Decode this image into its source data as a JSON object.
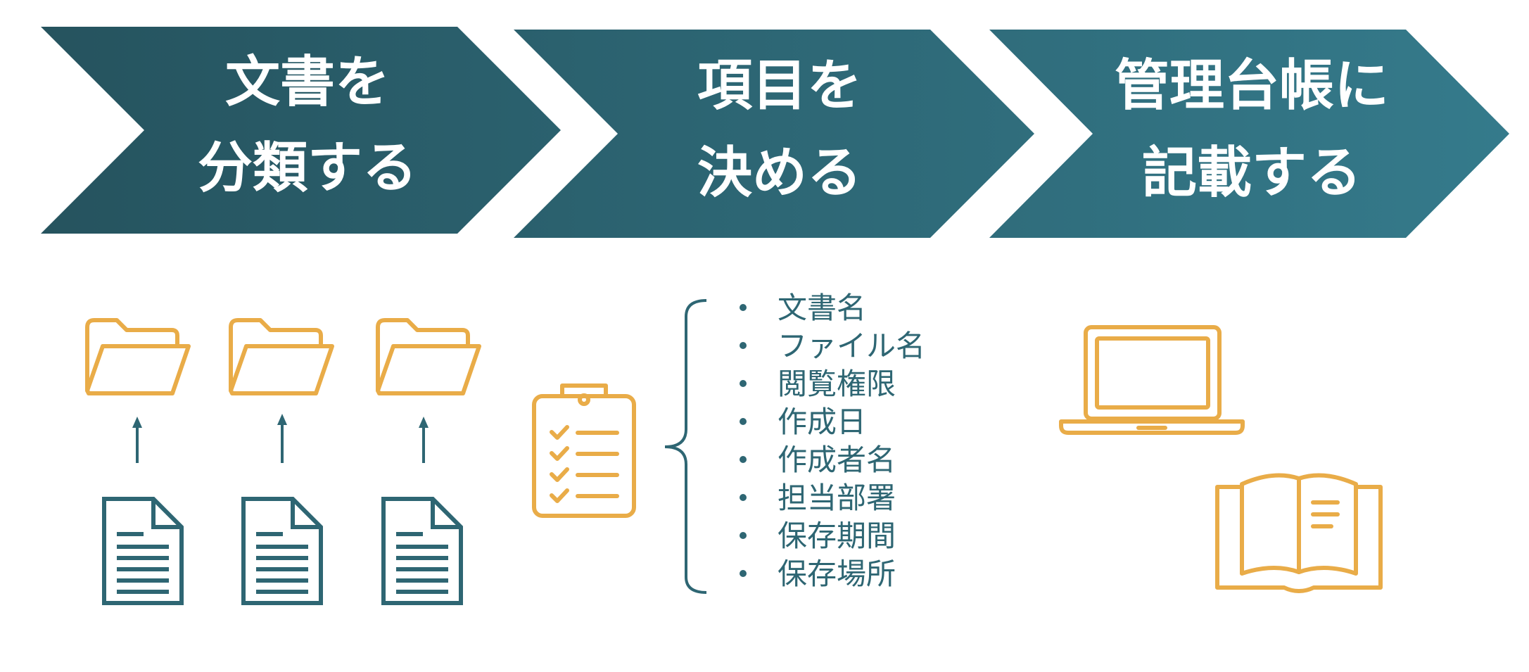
{
  "steps": [
    {
      "line1": "文書を",
      "line2": "分類する"
    },
    {
      "line1": "項目を",
      "line2": "決める"
    },
    {
      "line1": "管理台帳に",
      "line2": "記載する"
    }
  ],
  "items": [
    "文書名",
    "ファイル名",
    "閲覧権限",
    "作成日",
    "作成者名",
    "担当部署",
    "保存期間",
    "保存場所"
  ],
  "colors": {
    "chevron_start": "#25525d",
    "chevron_end": "#357b8c",
    "accent": "#e9ac48",
    "text": "#2e6673"
  },
  "icons": {
    "folders": "open-folder-icon",
    "documents": "document-icon",
    "arrows": "arrow-up-icon",
    "checklist": "clipboard-checklist-icon",
    "laptop": "laptop-icon",
    "book": "open-book-icon",
    "brace": "left-brace-icon"
  }
}
